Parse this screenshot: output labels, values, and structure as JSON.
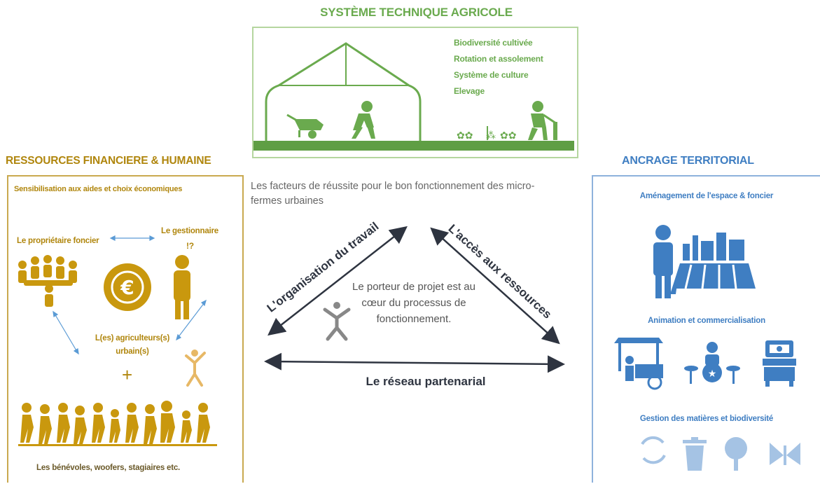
{
  "top": {
    "title": "SYSTÈME TECHNIQUE AGRICOLE",
    "items": [
      "Biodiversité cultivée",
      "Rotation et assolement",
      "Système de culture",
      "Elevage"
    ]
  },
  "left": {
    "title": "RESSOURCES FINANCIERE & HUMAINE",
    "subtitle": "Sensibilisation aux aides et choix économiques",
    "owner": "Le propriétaire foncier",
    "manager": "Le gestionnaire",
    "manager_mark": "!?",
    "farmers": "L(es) agriculteurs(s) urbain(s)",
    "plus": "+",
    "volunteers": "Les bénévoles, woofers, stagiaires etc."
  },
  "right": {
    "title": "ANCRAGE TERRITORIAL",
    "section1": "Aménagement de l'espace & foncier",
    "section2": "Animation et commercialisation",
    "section3": "Gestion des matières et biodiversité"
  },
  "center": {
    "factors": "Les facteurs de réussite pour le bon fonctionnement des micro-fermes urbaines",
    "work_org": "L'organisation du travail",
    "resources_access": "L'accès aux ressources",
    "core_text": "Le porteur de projet est au cœur du processus de fonctionnement.",
    "network": "Le réseau partenarial"
  },
  "colors": {
    "green": "#6aaa4e",
    "gold": "#b0860d",
    "blue": "#3f7ec2",
    "arrow": "#2e3440"
  }
}
